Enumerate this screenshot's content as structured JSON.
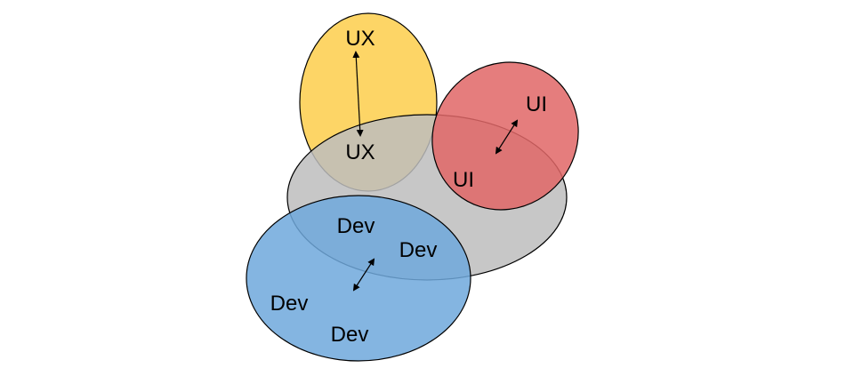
{
  "diagram": {
    "ux": {
      "name": "UX",
      "fill": "#fdd566",
      "labels": [
        "UX",
        "UX"
      ]
    },
    "ui": {
      "name": "UI",
      "fill": "#e06666",
      "labels": [
        "UI",
        "UI"
      ]
    },
    "core": {
      "fill": "#bdbdbd"
    },
    "dev": {
      "name": "Dev",
      "fill": "#6fa8dc",
      "labels": [
        "Dev",
        "Dev",
        "Dev",
        "Dev"
      ]
    }
  }
}
